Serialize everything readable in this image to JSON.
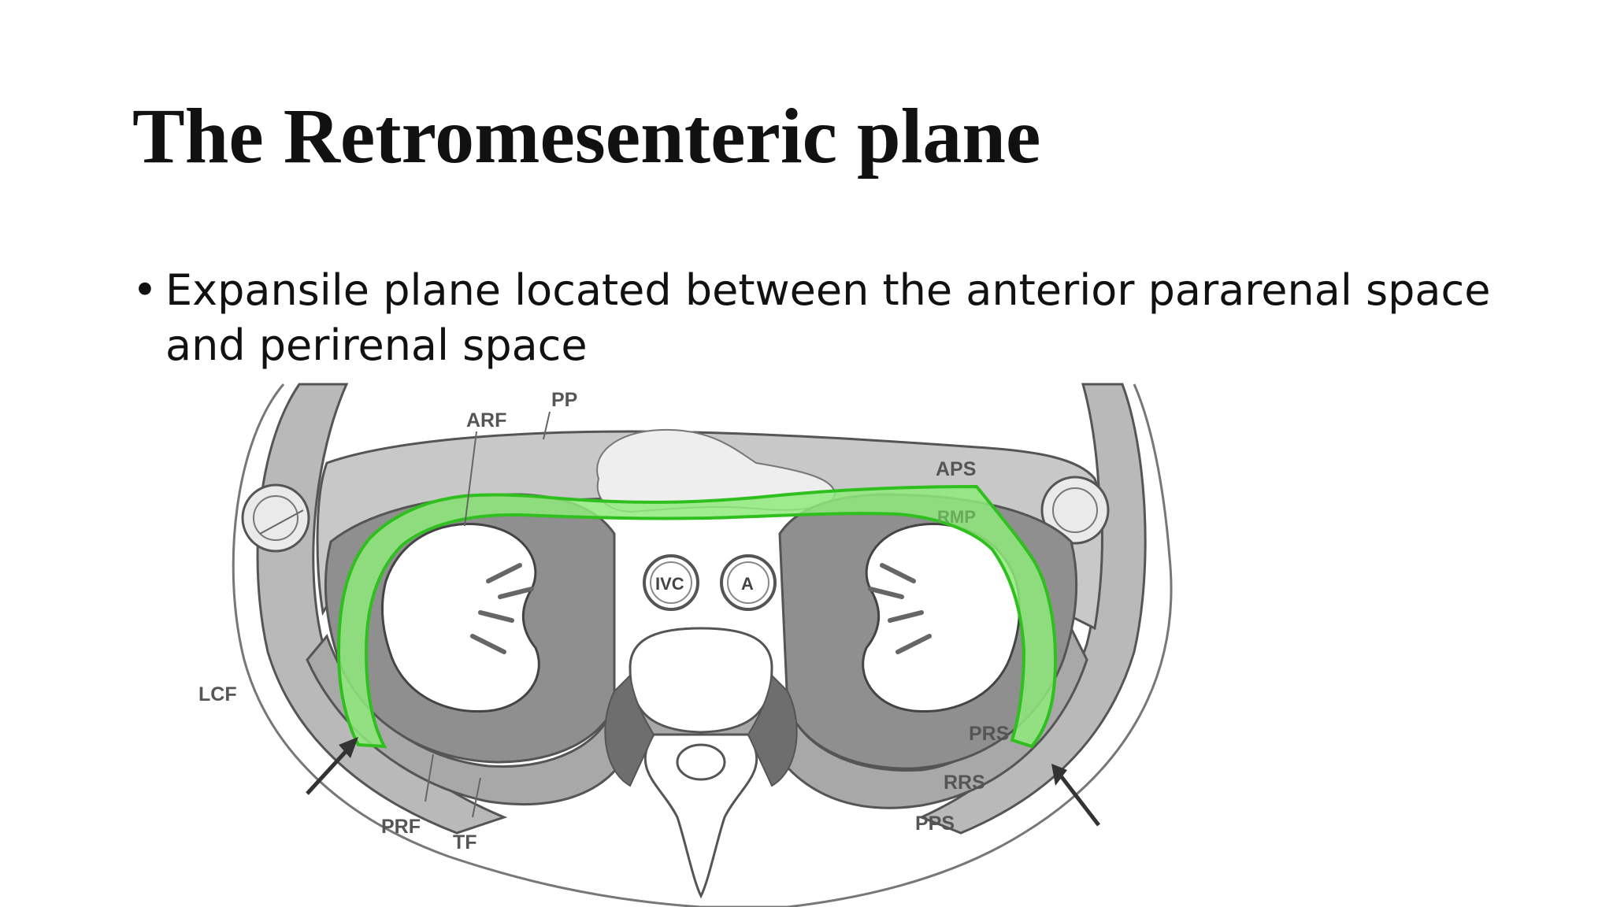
{
  "slide": {
    "title": "The Retromesenteric plane",
    "bullets": [
      {
        "marker": "•",
        "text": "Expansile plane located between the anterior pararenal space and perirenal space"
      }
    ]
  },
  "diagram": {
    "labels": {
      "arf": "ARF",
      "pp": "PP",
      "aps": "APS",
      "rmp": "RMP",
      "ivc": "IVC",
      "aorta": "A",
      "lcf": "LCF",
      "prs": "PRS",
      "rrs": "RRS",
      "pps": "PPS",
      "prf": "PRF",
      "tf": "TF"
    },
    "colors": {
      "highlight_fill": "#8fea7c",
      "highlight_stroke": "#2fbf1e",
      "space_gray": "#c8c8c8",
      "dark_gray": "#8c8c8c",
      "kidney_white": "#ffffff",
      "outline": "#555555"
    }
  }
}
